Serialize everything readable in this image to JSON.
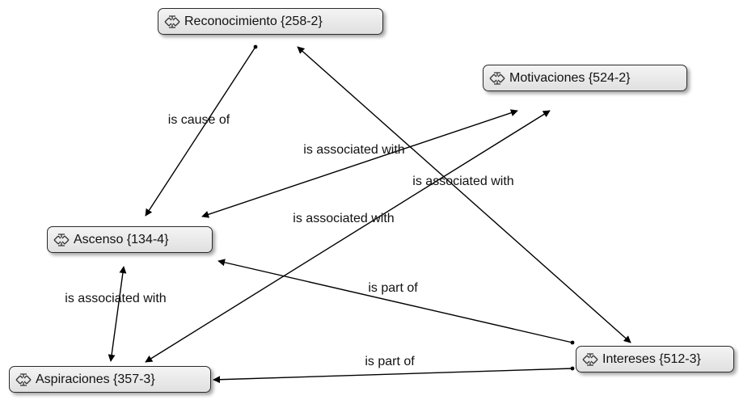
{
  "diagram": {
    "nodes": [
      {
        "id": "reconocimiento",
        "label": "Reconocimiento {258-2}",
        "icon": "code-family-icon"
      },
      {
        "id": "motivaciones",
        "label": "Motivaciones {524-2}",
        "icon": "code-family-icon"
      },
      {
        "id": "ascenso",
        "label": "Ascenso {134-4}",
        "icon": "code-family-icon"
      },
      {
        "id": "aspiraciones",
        "label": "Aspiraciones {357-3}",
        "icon": "code-family-icon"
      },
      {
        "id": "intereses",
        "label": "Intereses {512-3}",
        "icon": "code-family-icon"
      }
    ],
    "edges": [
      {
        "from": "reconocimiento",
        "to": "ascenso",
        "label": "is cause of"
      },
      {
        "from": "ascenso",
        "to": "motivaciones",
        "label": "is associated with",
        "bidirectional": true
      },
      {
        "from": "intereses",
        "to": "reconocimiento",
        "label": "is associated with",
        "bidirectional": true
      },
      {
        "from": "aspiraciones",
        "to": "motivaciones",
        "label": "is associated with",
        "bidirectional": true
      },
      {
        "from": "ascenso",
        "to": "aspiraciones",
        "label": "is associated with",
        "bidirectional": true
      },
      {
        "from": "intereses",
        "to": "ascenso",
        "label": "is part of"
      },
      {
        "from": "intereses",
        "to": "aspiraciones",
        "label": "is part of"
      }
    ]
  },
  "colors": {
    "node_border": "#2b2b2b",
    "node_fill": "#e8e8e8",
    "edge": "#000000"
  }
}
